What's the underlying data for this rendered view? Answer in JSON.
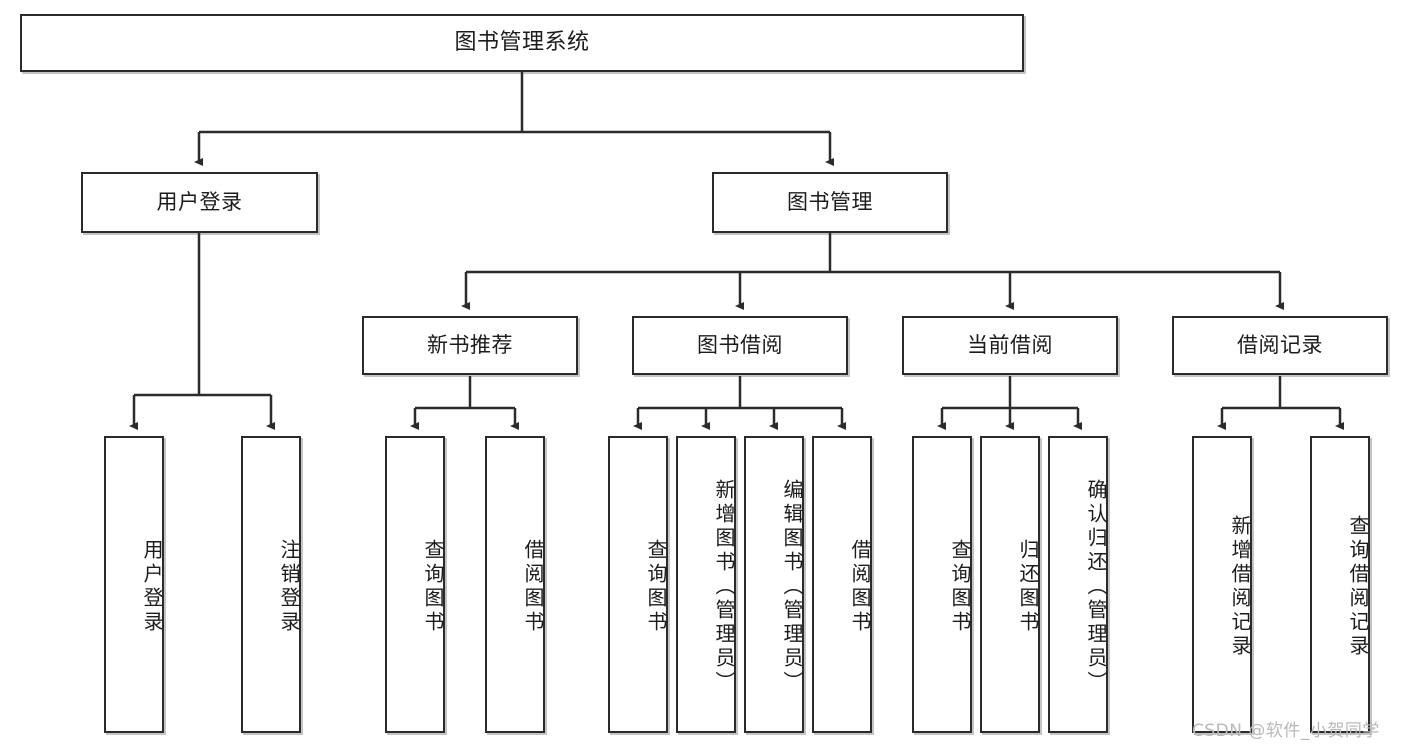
{
  "diagram": {
    "title": "图书管理系统",
    "type": "functional-structure-tree",
    "root": {
      "label": "图书管理系统"
    },
    "level2": [
      {
        "label": "用户登录"
      },
      {
        "label": "图书管理"
      }
    ],
    "level3": [
      {
        "label": "新书推荐"
      },
      {
        "label": "图书借阅"
      },
      {
        "label": "当前借阅"
      },
      {
        "label": "借阅记录"
      }
    ],
    "leaves": {
      "user_login": [
        {
          "label": "用户登录"
        },
        {
          "label": "注销登录"
        }
      ],
      "new_book_recommend": [
        {
          "label": "查询图书"
        },
        {
          "label": "借阅图书"
        }
      ],
      "book_borrow": [
        {
          "label": "查询图书"
        },
        {
          "label": "新增图书（管理员）"
        },
        {
          "label": "编辑图书（管理员）"
        },
        {
          "label": "借阅图书"
        }
      ],
      "current_borrow": [
        {
          "label": "查询图书"
        },
        {
          "label": "归还图书"
        },
        {
          "label": "确认归还（管理员）"
        }
      ],
      "borrow_record": [
        {
          "label": "新增借阅记录"
        },
        {
          "label": "查询借阅记录"
        }
      ]
    },
    "watermark": "CSDN @软件_小贺同学",
    "colors": {
      "stroke": "#2b2b2b",
      "fill": "#ffffff",
      "text": "#1c1c1c",
      "watermark": "#b9b9b9"
    }
  }
}
